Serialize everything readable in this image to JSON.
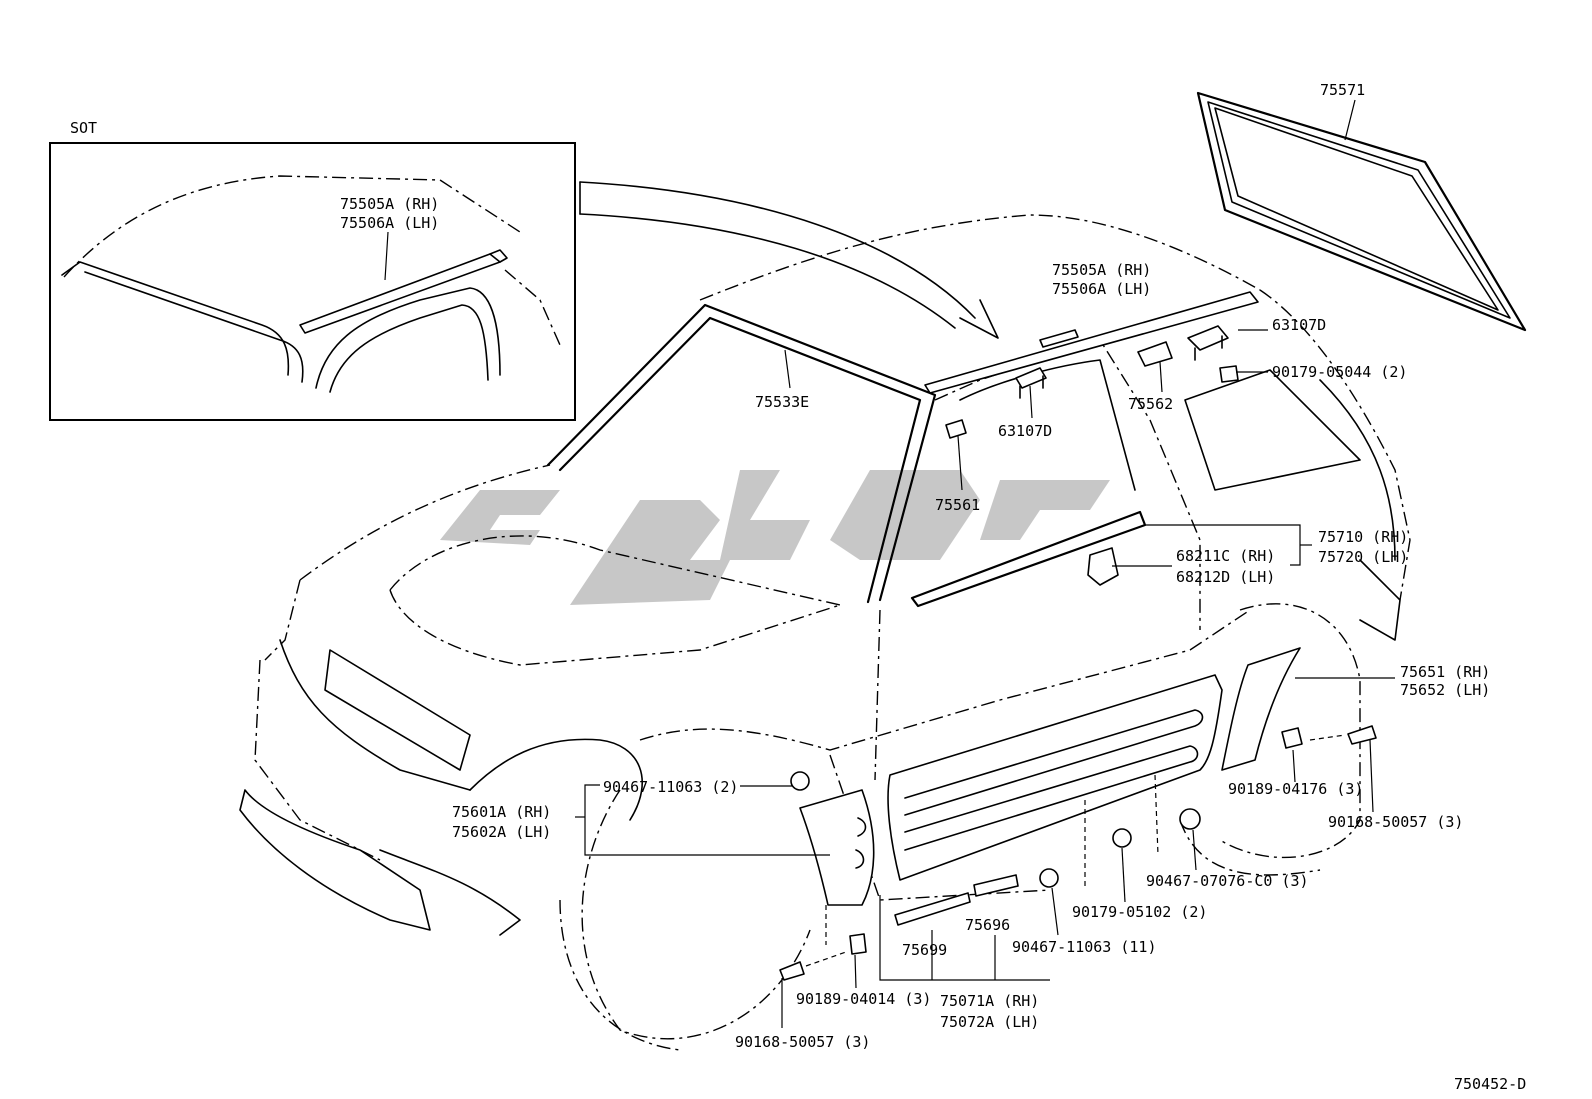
{
  "inset": {
    "label": "SOT",
    "part": "75505A (RH)",
    "part2": "75506A (LH)"
  },
  "labels": {
    "p75571": "75571",
    "p75505A": "75505A (RH)",
    "p75506A": "75506A (LH)",
    "p63107D_top": "63107D",
    "p90179_05044": "90179-05044 (2)",
    "p75562": "75562",
    "p63107D_mid": "63107D",
    "p75533E": "75533E",
    "p75561": "75561",
    "p75710": "75710 (RH)",
    "p75720": "75720 (LH)",
    "p68211C": "68211C (RH)",
    "p68212D": "68212D (LH)",
    "p75651": "75651 (RH)",
    "p75652": "75652 (LH)",
    "p90189_04176": "90189-04176 (3)",
    "p90168_50057_r": "90168-50057 (3)",
    "p90467_07076": "90467-07076-C0 (3)",
    "p90179_05102": "90179-05102 (2)",
    "p90467_11063_11": "90467-11063 (11)",
    "p75696": "75696",
    "p75699": "75699",
    "p75071A": "75071A (RH)",
    "p75072A": "75072A (LH)",
    "p90467_11063_2": "90467-11063 (2)",
    "p75601A": "75601A (RH)",
    "p75602A": "75602A (LH)",
    "p90189_04014": "90189-04014 (3)",
    "p90168_50057_l": "90168-50057 (3)",
    "diagram_code": "750452-D"
  }
}
